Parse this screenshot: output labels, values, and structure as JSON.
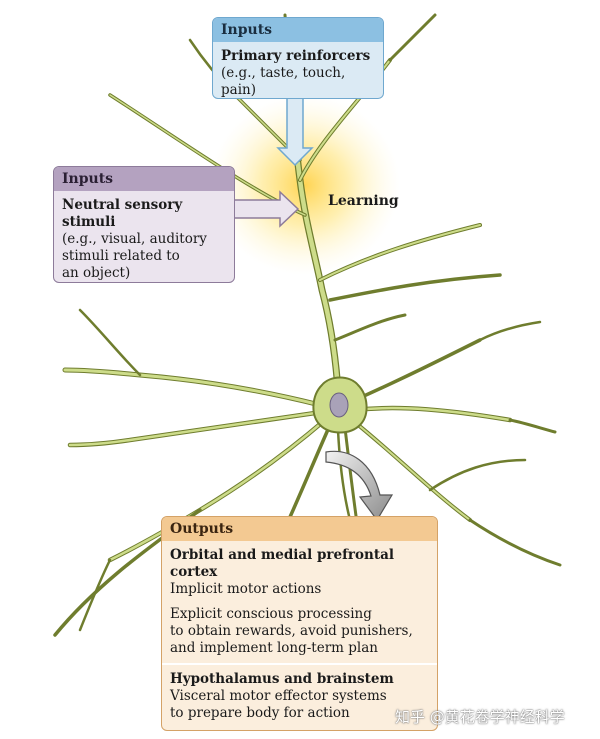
{
  "inputs_top": {
    "header": "Inputs",
    "title": "Primary reinforcers",
    "detail": "(e.g., taste, touch, pain)"
  },
  "inputs_left": {
    "header": "Inputs",
    "title": "Neutral sensory stimuli",
    "detail_lines": [
      "(e.g., visual, auditory",
      "stimuli related to",
      "an object)"
    ]
  },
  "learning_label": "Learning",
  "outputs": {
    "header": "Outputs",
    "section1": {
      "title": "Orbital and medial prefrontal cortex",
      "line1": "Implicit motor actions",
      "line2": [
        "Explicit conscious processing",
        "to obtain rewards, avoid punishers,",
        "and implement long-term plan"
      ]
    },
    "section2": {
      "title": "Hypothalamus and brainstem",
      "lines": [
        "Visceral motor effector systems",
        "to prepare body for action"
      ]
    }
  },
  "watermark": "知乎 @黄花卷学神经科学",
  "colors": {
    "neuron_fill": "#cddc8a",
    "neuron_stroke": "#6f7d2e",
    "nucleus": "#a9a2b8",
    "glow": "#ffd24a",
    "inputs_top_accent": "#8cc0e2",
    "inputs_left_accent": "#b4a2c0",
    "outputs_accent": "#f3c992"
  }
}
